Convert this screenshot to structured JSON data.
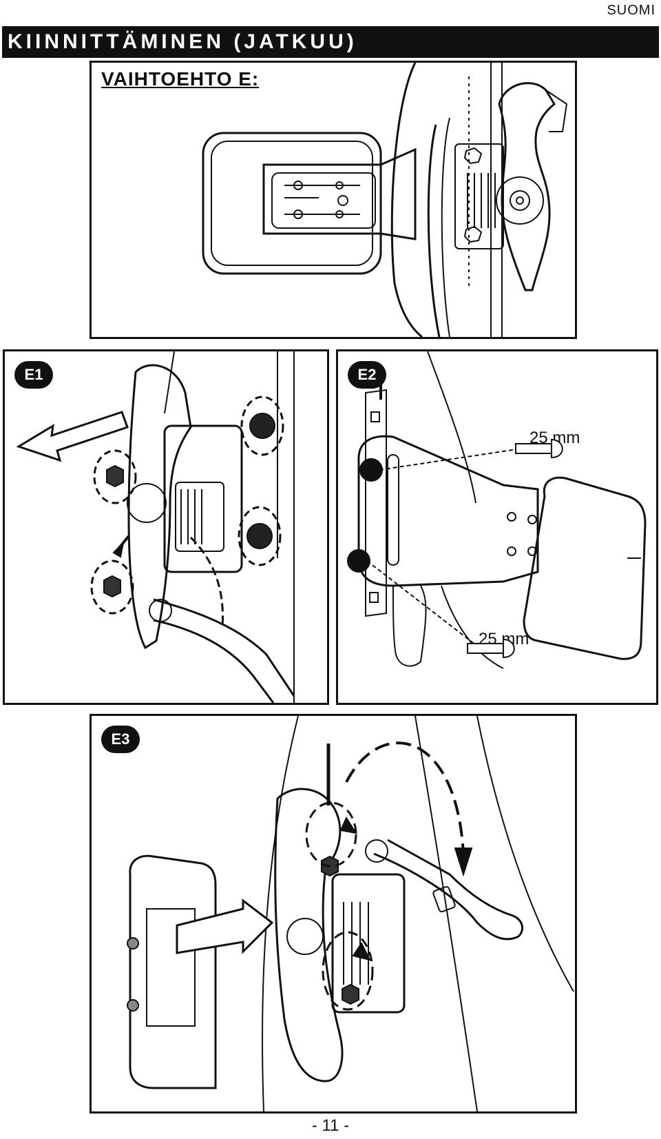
{
  "header": {
    "language": "SUOMI",
    "title": "KIINNITTÄMINEN (JATKUU)"
  },
  "option": {
    "label": "VAIHTOEHTO E:"
  },
  "steps": [
    {
      "badge": "E1"
    },
    {
      "badge": "E2",
      "dimension_top": "25 mm",
      "dimension_bottom": "25 mm"
    },
    {
      "badge": "E3"
    }
  ],
  "footer": {
    "page_number": "- 11 -"
  }
}
